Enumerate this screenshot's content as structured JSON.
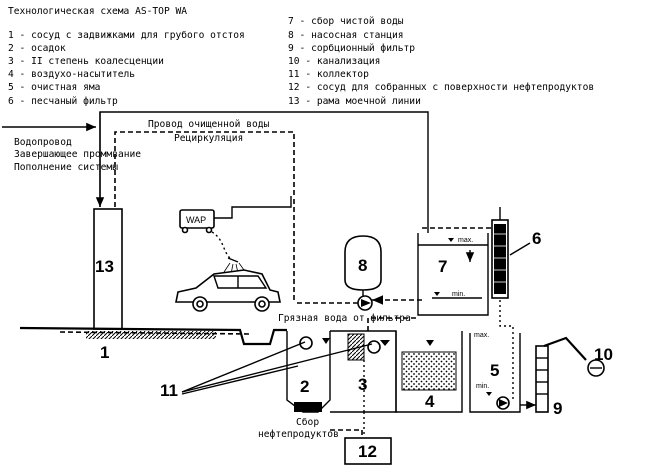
{
  "title": "Технологическая схема AS-TOP WA",
  "legend_left": [
    "1 - сосуд с задвижками для грубого отстоя",
    "2 - осадок",
    "3 - II степень коалесценции",
    "4 - воздухо-насытитель",
    "5 - очистная яма",
    "6 - песчаный фильтр"
  ],
  "legend_right": [
    "7 - сбор чистой воды",
    "8 - насосная станция",
    "9 - сорбционный фильтр",
    "10 - канализация",
    "11 - коллектор",
    "12 - сосуд для собранных с поверхности нефтепродуктов",
    "13 - рама моечной линии"
  ],
  "labels": {
    "supply_1": "Водопровод",
    "supply_2": "Завершающее проммвание",
    "supply_3": "Пополнение системы",
    "clean_water": "Провод очищенной воды",
    "recirculation": "Рециркуляция",
    "dirty_water": "Грязная вода от фильтра",
    "oil_collect_1": "Сбор",
    "oil_collect_2": "нефтепродуктов",
    "wap": "WAP",
    "max": "max.",
    "min": "min."
  },
  "numbers": {
    "n1": "1",
    "n2": "2",
    "n3": "3",
    "n4": "4",
    "n5": "5",
    "n6": "6",
    "n7": "7",
    "n8": "8",
    "n9": "9",
    "n10": "10",
    "n11": "11",
    "n12": "12",
    "n13": "13"
  },
  "icons": [
    "car-icon",
    "wap-unit-icon",
    "pump-icon",
    "tank-icon",
    "sprayer-icon"
  ]
}
